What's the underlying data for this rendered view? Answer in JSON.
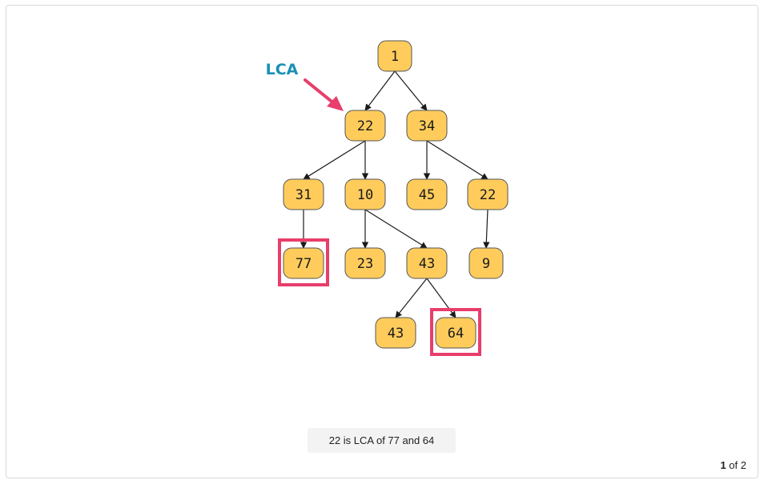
{
  "diagram": {
    "annotation_label": "LCA",
    "annotation_color": "#1a8fb5",
    "arrow_color": "#e83e6c",
    "highlight_color": "#e83e6c",
    "node_fill": "#ffcc5c",
    "nodes": [
      {
        "id": "n1",
        "label": "1"
      },
      {
        "id": "n22",
        "label": "22"
      },
      {
        "id": "n34",
        "label": "34"
      },
      {
        "id": "n31",
        "label": "31"
      },
      {
        "id": "n10",
        "label": "10"
      },
      {
        "id": "n45",
        "label": "45"
      },
      {
        "id": "n22b",
        "label": "22"
      },
      {
        "id": "n77",
        "label": "77"
      },
      {
        "id": "n23",
        "label": "23"
      },
      {
        "id": "n43",
        "label": "43"
      },
      {
        "id": "n9",
        "label": "9"
      },
      {
        "id": "n43b",
        "label": "43"
      },
      {
        "id": "n64",
        "label": "64"
      }
    ],
    "edges": [
      [
        "n1",
        "n22"
      ],
      [
        "n1",
        "n34"
      ],
      [
        "n22",
        "n31"
      ],
      [
        "n22",
        "n10"
      ],
      [
        "n34",
        "n45"
      ],
      [
        "n34",
        "n22b"
      ],
      [
        "n31",
        "n77"
      ],
      [
        "n10",
        "n23"
      ],
      [
        "n10",
        "n43"
      ],
      [
        "n22b",
        "n9"
      ],
      [
        "n43",
        "n43b"
      ],
      [
        "n43",
        "n64"
      ]
    ],
    "highlighted": [
      "n77",
      "n64"
    ],
    "lca_node": "n22"
  },
  "caption": "22 is LCA of 77 and 64",
  "pager": {
    "current": "1",
    "separator": " of ",
    "total": "2"
  }
}
